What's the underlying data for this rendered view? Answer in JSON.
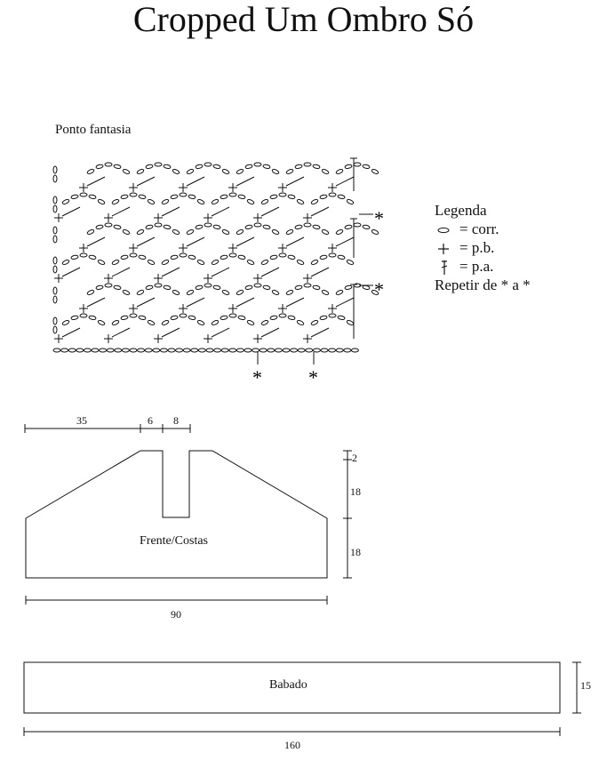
{
  "title": "Cropped Um Ombro Só",
  "stitch_chart": {
    "label": "Ponto fantasia",
    "repeat_marker": "*"
  },
  "legend": {
    "heading": "Legenda",
    "items": [
      {
        "icon": "chain-stitch-icon",
        "text": "= corr."
      },
      {
        "icon": "single-crochet-icon",
        "text": "= p.b."
      },
      {
        "icon": "double-crochet-icon",
        "text": "= p.a."
      }
    ],
    "repeat_note": "Repetir de * a *"
  },
  "front_back": {
    "label": "Frente/Costas",
    "dims": {
      "top_left": "35",
      "neck_gap": "6",
      "strap": "8",
      "strap_height": "2",
      "neck_depth": "18",
      "side_height": "18",
      "width": "90"
    }
  },
  "ruffle": {
    "label": "Babado",
    "dims": {
      "height": "15",
      "width": "160"
    }
  },
  "colors": {
    "ink": "#111111"
  }
}
